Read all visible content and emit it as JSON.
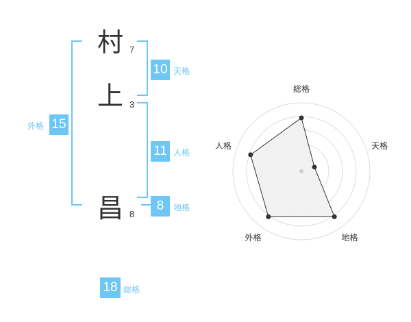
{
  "name": {
    "chars": [
      {
        "char": "村",
        "strokes": "7"
      },
      {
        "char": "上",
        "strokes": "3"
      },
      {
        "char": "昌",
        "strokes": "8"
      }
    ]
  },
  "fortunes": {
    "tenkaku": {
      "value": "10",
      "label": "天格"
    },
    "jinkaku": {
      "value": "11",
      "label": "人格"
    },
    "chikaku": {
      "value": "8",
      "label": "地格"
    },
    "gaikaku": {
      "value": "15",
      "label": "外格"
    },
    "soukaku": {
      "value": "18",
      "label": "総格"
    }
  },
  "colors": {
    "accent": "#6ec6f5",
    "text": "#333333",
    "ring": "#dddddd",
    "fill": "#f0f0f0",
    "outline": "#333333"
  },
  "chart_data": {
    "type": "radar",
    "axes": [
      "総格",
      "天格",
      "地格",
      "外格",
      "人格"
    ],
    "values": [
      0.78,
      0.2,
      0.82,
      0.82,
      0.78
    ],
    "range": [
      0,
      1
    ],
    "rings": 5
  }
}
